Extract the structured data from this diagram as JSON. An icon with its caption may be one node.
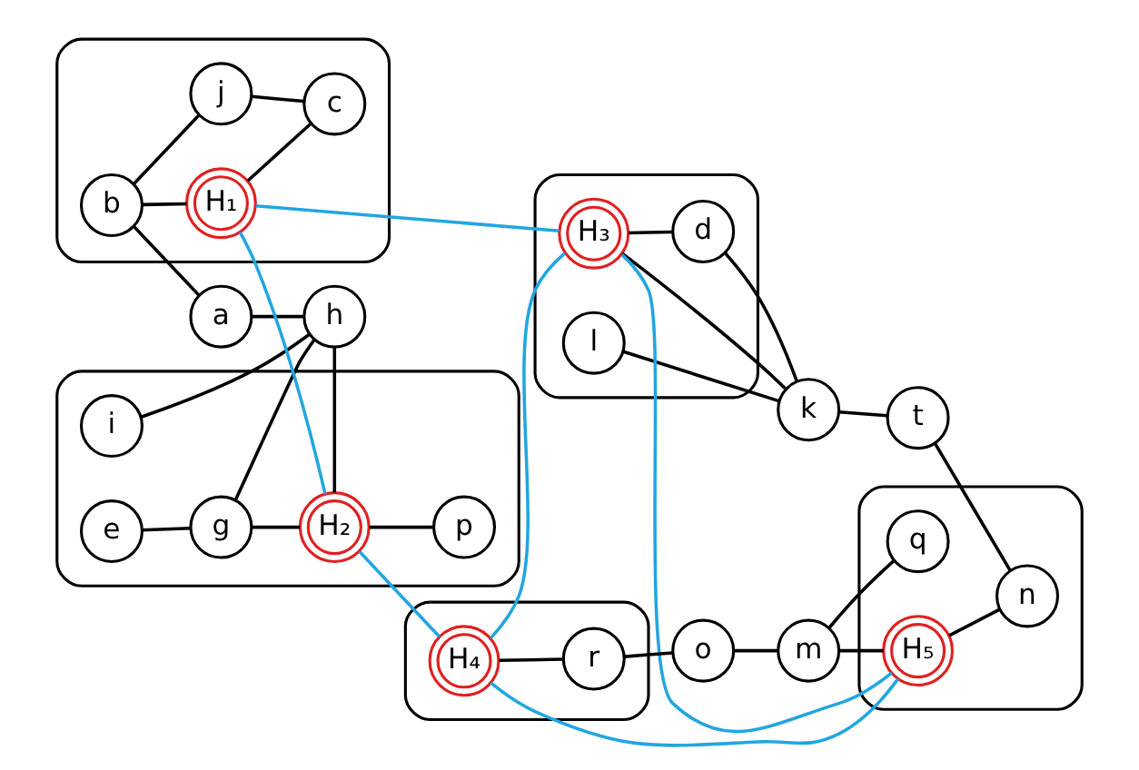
{
  "diagram": {
    "nodes": [
      {
        "text": [],
        "shape": "ellipse"
      },
      {
        "text": [
          "j"
        ],
        "in": 0
      },
      {
        "text": [
          "c"
        ],
        "in": 0
      },
      {
        "text": [
          "b"
        ],
        "in": 0
      },
      {
        "text": [
          "H₁"
        ],
        "in": 0
      },
      {
        "text": [
          "a"
        ]
      },
      {
        "text": [],
        "shape": "ellipse"
      },
      {
        "text": [
          "h"
        ]
      },
      {
        "text": [
          "i"
        ],
        "in": 6
      },
      {
        "text": [
          "g"
        ],
        "in": 6
      },
      {
        "text": [
          "H₂"
        ],
        "in": 6
      },
      {
        "text": [
          "e"
        ],
        "in": 6
      },
      {
        "text": [
          "p"
        ],
        "in": 6
      },
      {
        "text": [],
        "shape": "ellipse"
      },
      {
        "text": [
          "l"
        ],
        "in": 13
      },
      {
        "text": [
          "d"
        ],
        "in": 13
      },
      {
        "text": [
          "H₃"
        ],
        "in": 13
      },
      {
        "text": [
          "k"
        ]
      },
      {
        "text": [
          "t"
        ]
      },
      {
        "text": [],
        "shape": "ellipse"
      },
      {
        "text": [
          "n"
        ],
        "in": 19
      },
      {
        "text": [
          "H₅"
        ],
        "in": 19
      },
      {
        "text": [
          "m"
        ]
      },
      {
        "text": [
          "q"
        ],
        "in": 19
      },
      {
        "text": [],
        "shape": "ellipse"
      },
      {
        "text": [
          "o"
        ]
      },
      {
        "text": [
          "H₄"
        ],
        "in": 24
      },
      {
        "text": [
          "r"
        ],
        "in": 24
      }
    ],
    "edges": [
      {
        "from": 1,
        "to": 2,
        "arrow": "none"
      },
      {
        "from": 1,
        "to": 3,
        "arrow": "none"
      },
      {
        "from": 4,
        "to": 2,
        "arrow": "none"
      },
      {
        "from": 3,
        "to": 4,
        "arrow": "none"
      },
      {
        "from": 3,
        "to": 5,
        "arrow": "none"
      },
      {
        "from": 4,
        "to": 16,
        "arrow": "none",
        "color": "#22a6e0"
      },
      {
        "from": 10,
        "to": 4,
        "arrow": "none",
        "color": "#22a6e0"
      },
      {
        "from": 5,
        "to": 7,
        "arrow": "none"
      },
      {
        "from": 8,
        "to": 7,
        "arrow": "none"
      },
      {
        "from": 9,
        "to": 7,
        "arrow": "none"
      },
      {
        "from": 7,
        "to": 10,
        "arrow": "none"
      },
      {
        "from": 9,
        "to": 10,
        "arrow": "none"
      },
      {
        "from": 11,
        "to": 9,
        "arrow": "none"
      },
      {
        "from": 10,
        "to": 12,
        "arrow": "none"
      },
      {
        "from": 10,
        "to": 26,
        "arrow": "none",
        "color": "#22a6e0"
      },
      {
        "from": 14,
        "to": 17,
        "arrow": "none"
      },
      {
        "from": 15,
        "to": 17,
        "arrow": "none"
      },
      {
        "from": 16,
        "to": 15,
        "arrow": "none"
      },
      {
        "from": 16,
        "to": 17,
        "arrow": "none"
      },
      {
        "from": 16,
        "to": 21,
        "arrow": "none",
        "color": "#22a6e0"
      },
      {
        "from": 16,
        "to": 26,
        "arrow": "none",
        "color": "#22a6e0"
      },
      {
        "from": 17,
        "to": 18,
        "arrow": "none"
      },
      {
        "from": 18,
        "to": 20,
        "arrow": "none"
      },
      {
        "from": 21,
        "to": 20,
        "arrow": "none"
      },
      {
        "from": 26,
        "to": 21,
        "arrow": "none",
        "color": "#22a6e0"
      },
      {
        "from": 22,
        "to": 21,
        "arrow": "none"
      },
      {
        "from": 22,
        "to": 23,
        "arrow": "none"
      },
      {
        "from": 25,
        "to": 22,
        "arrow": "none"
      },
      {
        "from": 27,
        "to": 25,
        "arrow": "none"
      },
      {
        "from": 26,
        "to": 27,
        "arrow": "none"
      }
    ]
  }
}
